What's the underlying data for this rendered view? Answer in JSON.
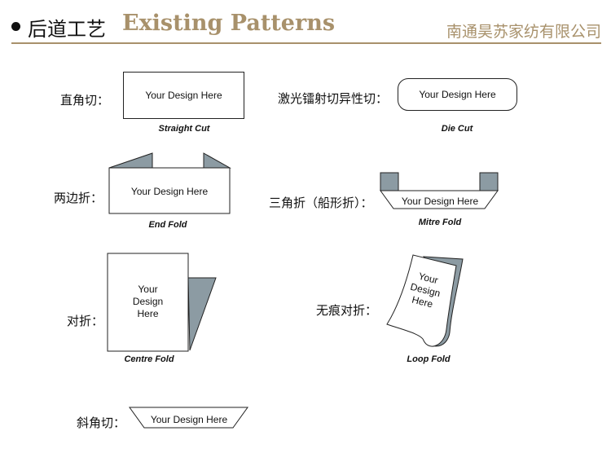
{
  "colors": {
    "accent": "#a8916b",
    "fold_shade": "#8c9ba3",
    "outline": "#222222"
  },
  "header": {
    "title_cn": "后道工艺",
    "title_en": "Existing Patterns",
    "company": "南通昊苏家纺有限公司"
  },
  "patterns": {
    "straight_cut": {
      "label_cn": "直角切：",
      "caption": "Straight Cut",
      "design_text": "Your Design Here"
    },
    "die_cut": {
      "label_cn": "激光镭射切异性切：",
      "caption": "Die Cut",
      "design_text": "Your Design Here"
    },
    "end_fold": {
      "label_cn": "两边折：",
      "caption": "End Fold",
      "design_text": "Your Design Here"
    },
    "mitre_fold": {
      "label_cn": "三角折（船形折）：",
      "caption": "Mitre Fold",
      "design_text": "Your Design Here"
    },
    "centre_fold": {
      "label_cn": "对折：",
      "caption": "Centre Fold",
      "design_lines": [
        "Your",
        "Design",
        "Here"
      ]
    },
    "loop_fold": {
      "label_cn": "无痕对折：",
      "caption": "Loop Fold",
      "design_lines": [
        "Your",
        "Design",
        "Here"
      ]
    },
    "bevel_cut": {
      "label_cn": "斜角切：",
      "design_text": "Your Design Here"
    }
  }
}
